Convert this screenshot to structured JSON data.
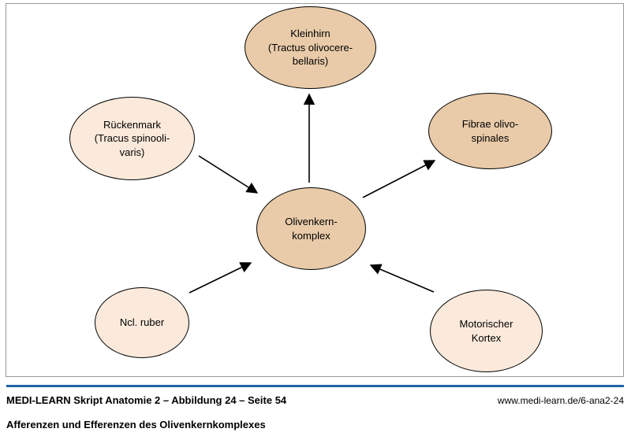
{
  "diagram": {
    "title_semantic": "Afferents and efferents of the olivary nuclear complex",
    "nodes": {
      "kleinhirn": {
        "label": "Kleinhirn\n(Tractus olivocere-\nbellaris)"
      },
      "rueckenmark": {
        "label": "Rückenmark\n(Tracus spinooli-\nvaris)"
      },
      "fibrae_olivospinales": {
        "label": "Fibrae olivo-\nspinales"
      },
      "olivenkernkomplex": {
        "label": "Olivenkern-\nkomplex"
      },
      "ncl_ruber": {
        "label": "Ncl. ruber"
      },
      "motorischer_kortex": {
        "label": "Motorischer\nKortex"
      }
    },
    "colors": {
      "node_dark": "#e9cba9",
      "node_light": "#fbeadb",
      "node_border": "#000000",
      "arrow": "#000000"
    }
  },
  "footer": {
    "source_line": "MEDI-LEARN Skript Anatomie 2 – Abbildung 24 – Seite 54",
    "url": "www.medi-learn.de/6-ana2-24",
    "caption": "Afferenzen und Efferenzen des Olivenkernkomplexes",
    "rule_color": "#1f63a8"
  }
}
